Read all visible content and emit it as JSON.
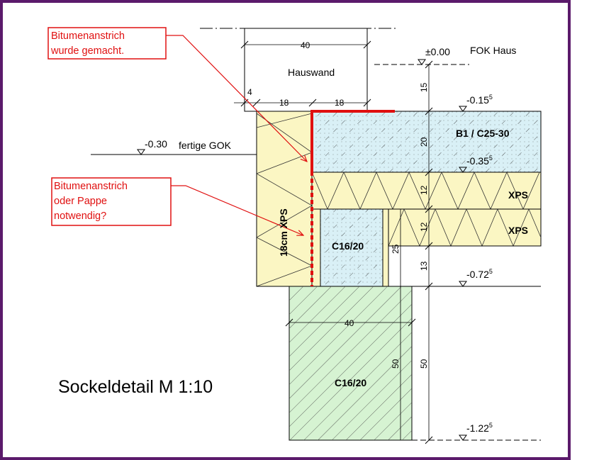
{
  "title": "Sockeldetail M 1:10",
  "colors": {
    "frame": "#5b1a6b",
    "xps_fill": "#fbf6c3",
    "concrete_fill": "#d9f0f6",
    "foundation_fill": "#d6f3d2",
    "annotation_red": "#e01010",
    "seal_red": "#e01010"
  },
  "annotations": {
    "note1": [
      "Bitumenanstrich",
      "wurde gemacht."
    ],
    "note2": [
      "Bitumenanstrich",
      "oder Pappe",
      "notwendig?"
    ]
  },
  "labels": {
    "hauswand": "Hauswand",
    "fok": "FOK Haus",
    "gok_level": "-0.30",
    "gok_text": "fertige GOK",
    "slab": "B1 / C25-30",
    "xps": "XPS",
    "xps_wall": "18cm  XPS",
    "c16_upper": "C16/20",
    "c16_lower": "C16/20"
  },
  "levels": {
    "zero": "±0.00",
    "l015": "-0.15",
    "l035": "-0.35",
    "l072": "-0.72",
    "l122": "-1.22",
    "sup": "5"
  },
  "dimensions": {
    "wall_width": "40",
    "wall_left": "18",
    "wall_right": "18",
    "offset": "4",
    "d15": "15",
    "d20": "20",
    "d12a": "12",
    "d12b": "12",
    "d13": "13",
    "d25": "25",
    "found_width": "40",
    "found_h1": "50",
    "found_h2": "50"
  }
}
